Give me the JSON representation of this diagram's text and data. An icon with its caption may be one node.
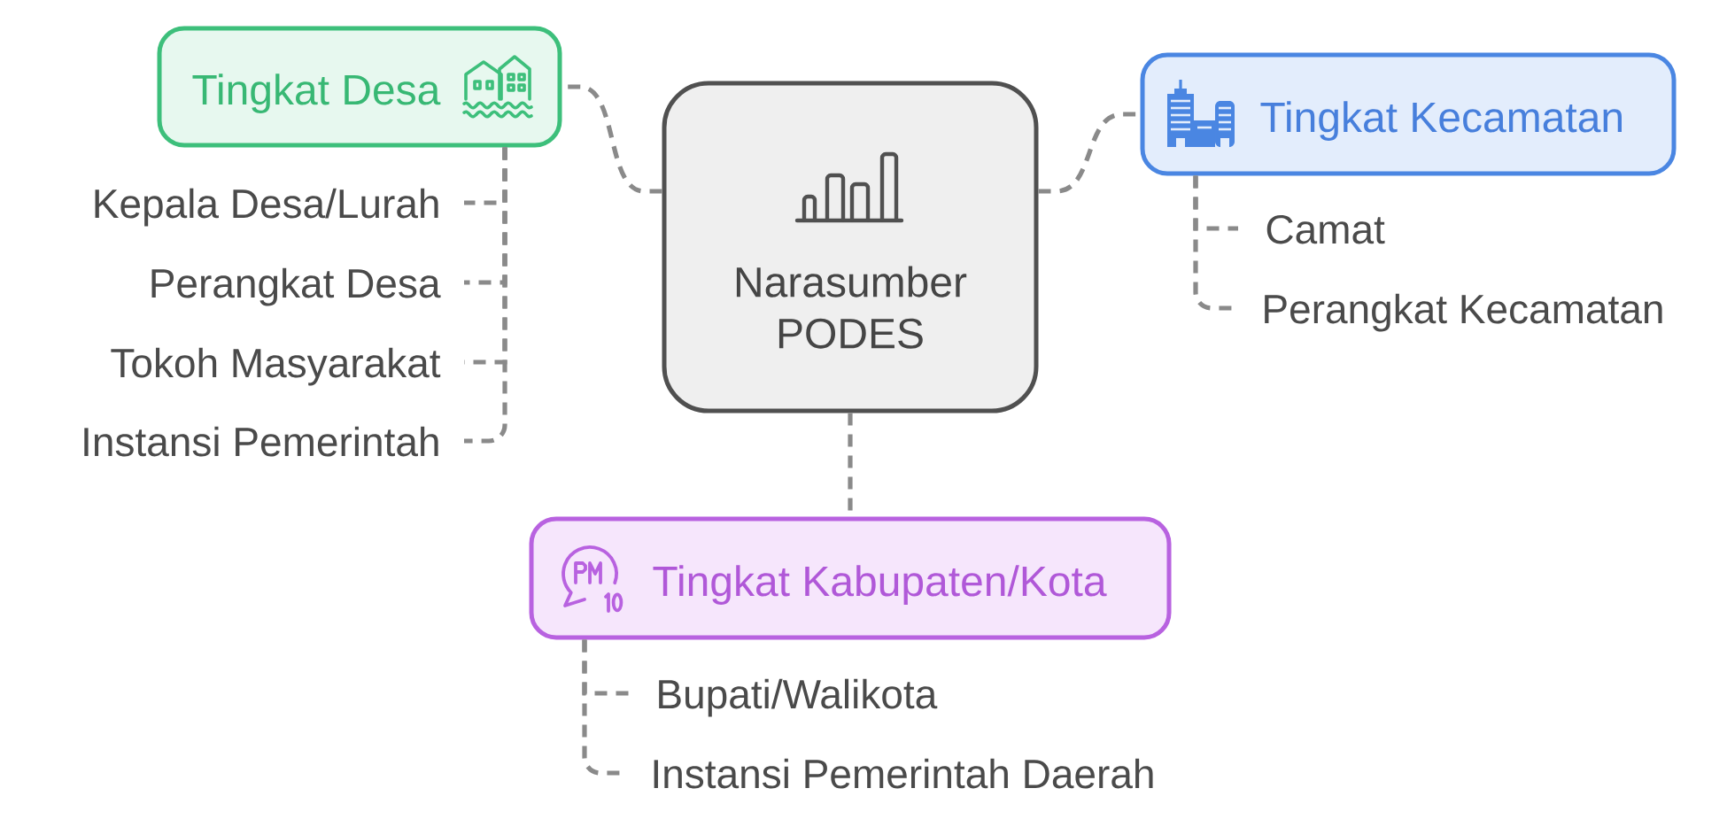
{
  "diagram": {
    "nodes": [
      {
        "text": [
          "Narasumber PODES"
        ]
      },
      {
        "text": [
          "Tingkat Desa"
        ]
      },
      {
        "text": [
          "Kepala Desa/Lurah"
        ]
      },
      {
        "text": [
          "Perangkat Desa"
        ]
      },
      {
        "text": [
          "Tokoh Masyarakat"
        ]
      },
      {
        "text": [
          "Instansi Pemerintah"
        ]
      },
      {
        "text": [
          "Tingkat Kecamatan"
        ]
      },
      {
        "text": [
          "Camat"
        ]
      },
      {
        "text": [
          "Perangkat Kecamatan"
        ]
      },
      {
        "text": [
          "Tingkat Kabupaten/Kota"
        ]
      },
      {
        "text": [
          "Bupati/Walikota"
        ]
      },
      {
        "text": [
          "Instansi Pemerintah Daerah"
        ]
      }
    ],
    "edges": [
      {
        "from": 0,
        "to": 1,
        "arrow": "none"
      },
      {
        "from": 0,
        "to": 6,
        "arrow": "none"
      },
      {
        "from": 0,
        "to": 9,
        "arrow": "none"
      },
      {
        "from": 1,
        "to": 2,
        "arrow": "none"
      },
      {
        "from": 1,
        "to": 3,
        "arrow": "none"
      },
      {
        "from": 1,
        "to": 4,
        "arrow": "none"
      },
      {
        "from": 1,
        "to": 5,
        "arrow": "none"
      },
      {
        "from": 6,
        "to": 7,
        "arrow": "none"
      },
      {
        "from": 6,
        "to": 8,
        "arrow": "none"
      },
      {
        "from": 9,
        "to": 10,
        "arrow": "none"
      },
      {
        "from": 9,
        "to": 11,
        "arrow": "none"
      }
    ]
  }
}
